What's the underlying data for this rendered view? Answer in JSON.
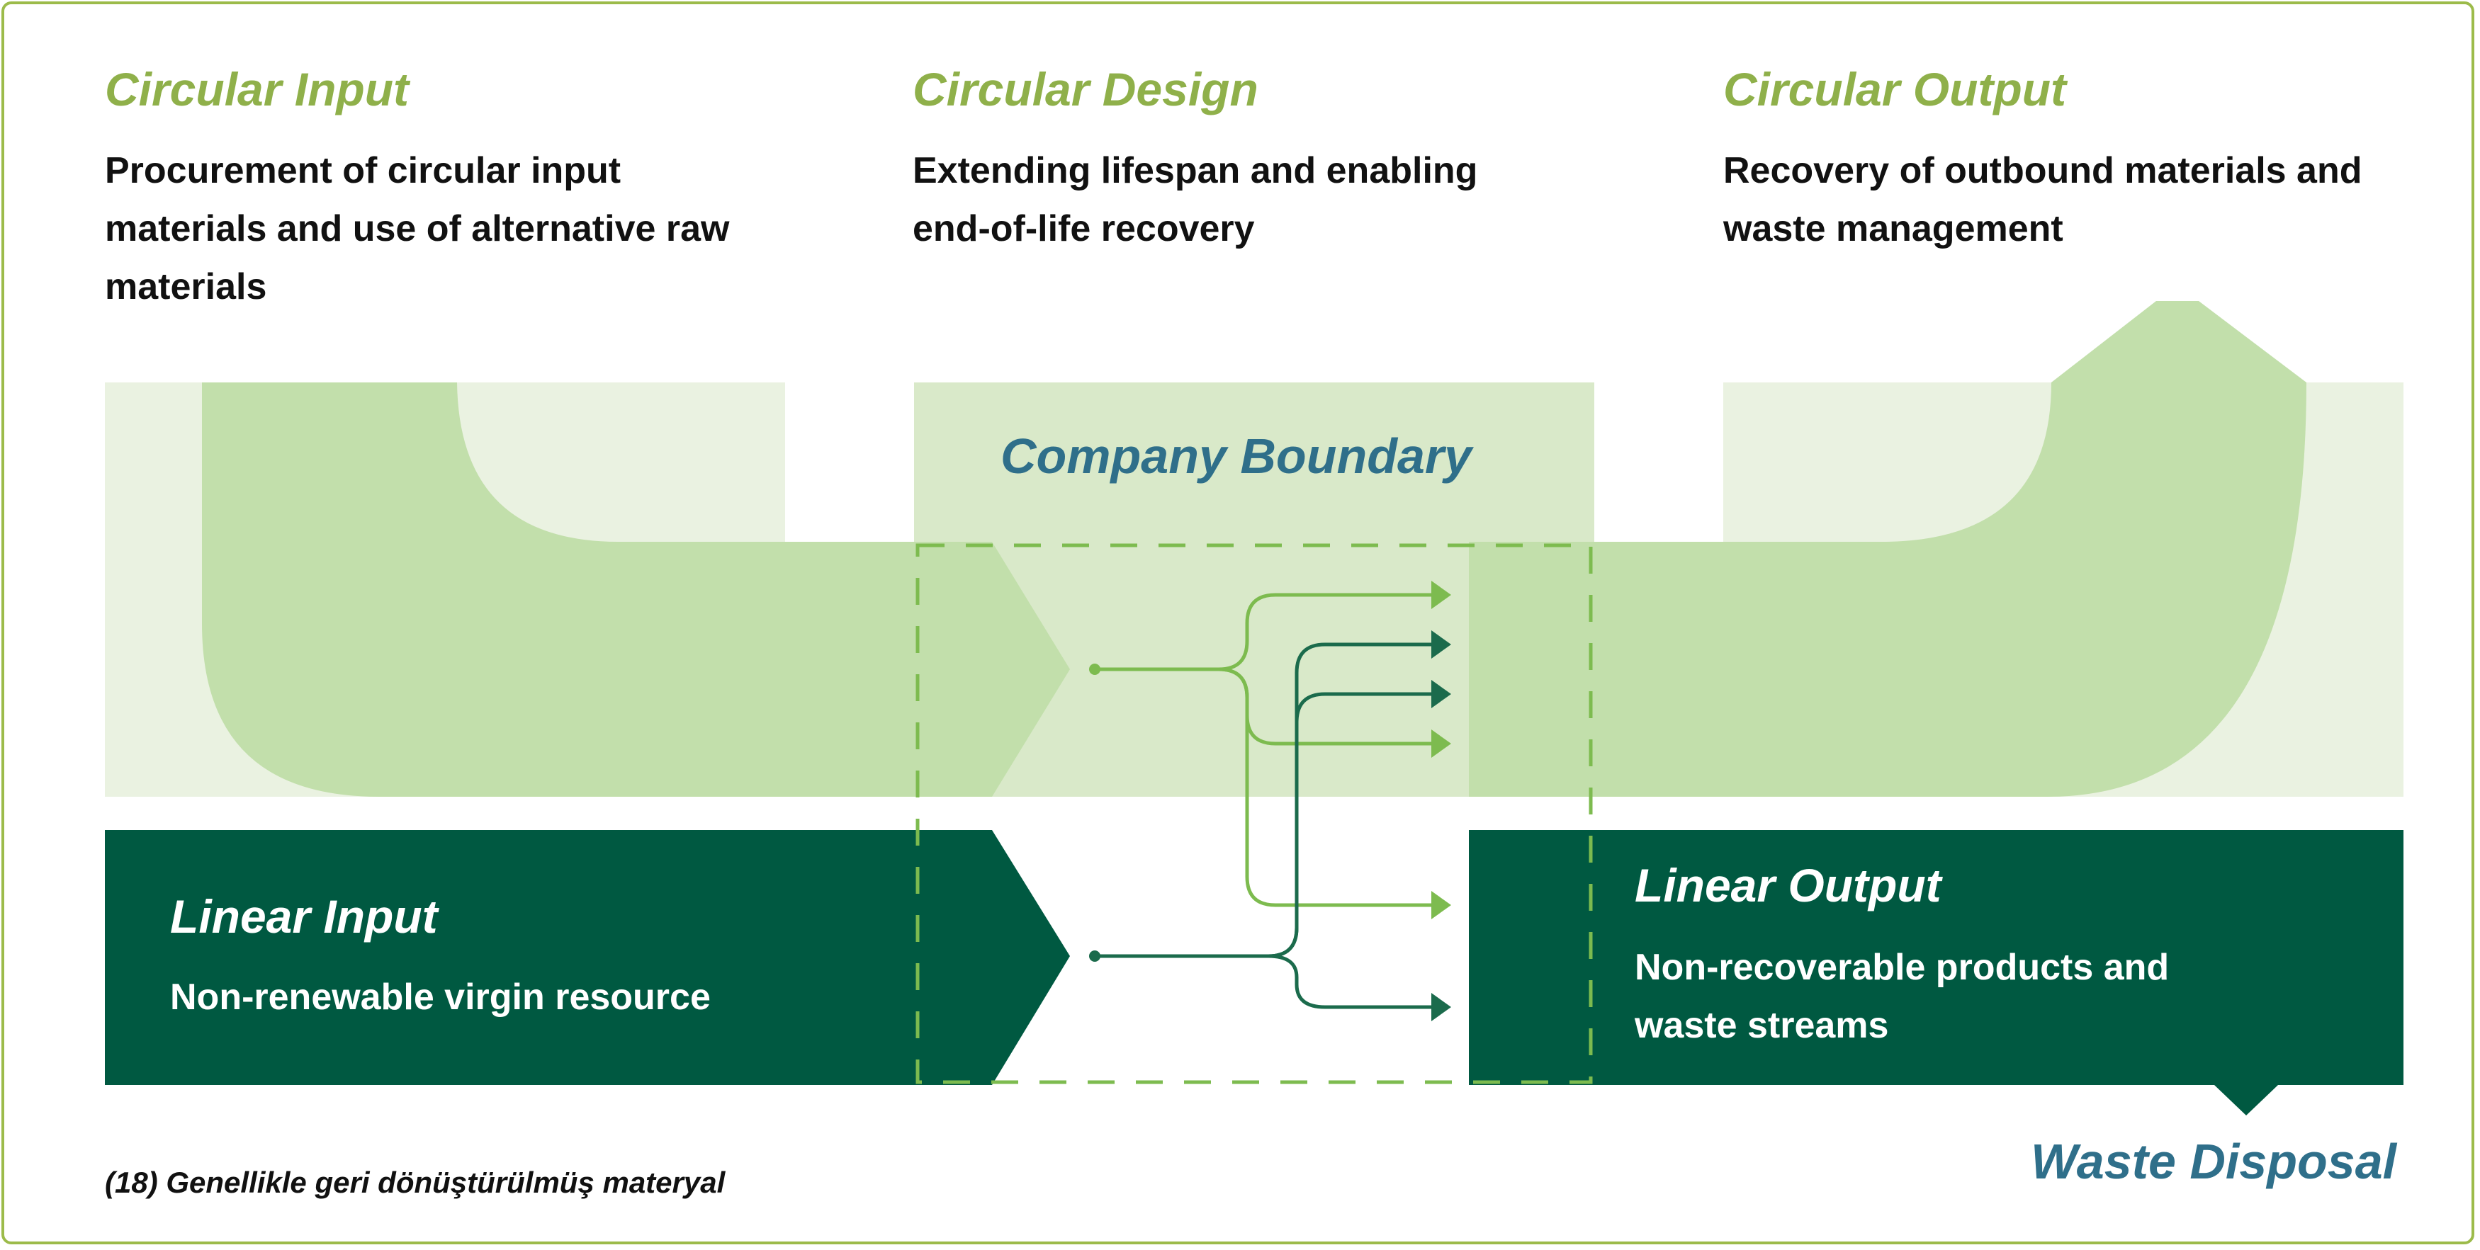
{
  "columns": {
    "input": {
      "title": "Circular Input",
      "description": "Procurement of circular input materials and use of alternative raw materials"
    },
    "design": {
      "title": "Circular Design",
      "description": "Extending lifespan and enabling end-of-life recovery"
    },
    "output": {
      "title": "Circular Output",
      "description": "Recovery of outbound materials and waste management"
    }
  },
  "company_boundary": "Company Boundary",
  "linear_input": {
    "title": "Linear Input",
    "description": "Non-renewable virgin resource"
  },
  "linear_output": {
    "title": "Linear Output",
    "description": "Non-recoverable products and waste streams"
  },
  "waste_disposal": "Waste Disposal",
  "footnote": "(18) Genellikle geri dönüştürülmüş materyal",
  "colors": {
    "circular_light": "#eaf2e1",
    "circular_mid": "#c2dfab",
    "boundary_fill": "#d9e9c9",
    "linear_dark": "#005941",
    "arrow_light": "#7dbb4f",
    "arrow_dark": "#1b6b4c",
    "title_green": "#8fb04a",
    "accent_blue": "#2f6f8a"
  }
}
